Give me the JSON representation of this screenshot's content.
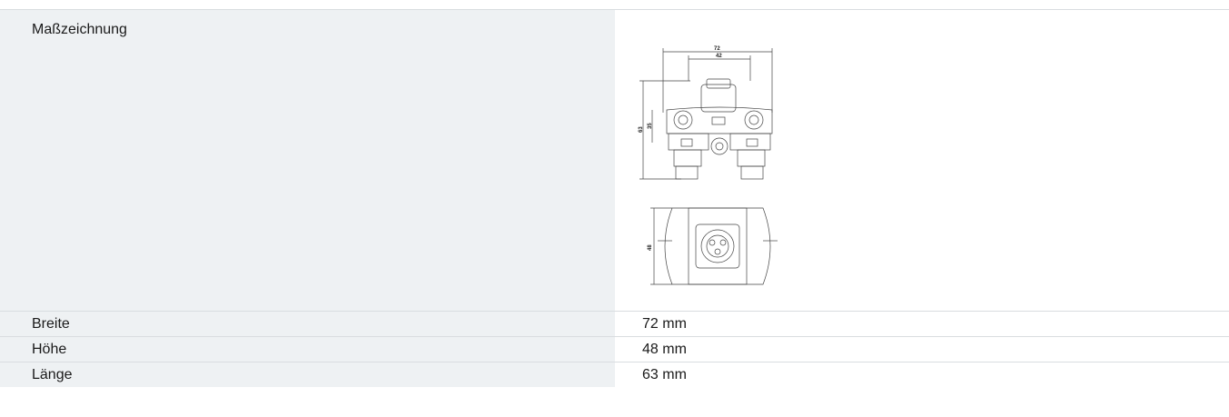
{
  "rows": [
    {
      "label": "Maßzeichnung",
      "value": ""
    },
    {
      "label": "Breite",
      "value": "72 mm"
    },
    {
      "label": "Höhe",
      "value": "48 mm"
    },
    {
      "label": "Länge",
      "value": "63 mm"
    }
  ],
  "drawing": {
    "dim_width_outer": "72",
    "dim_width_inner": "42",
    "dim_height_outer": "63",
    "dim_height_inner": "35",
    "dim_depth": "48"
  }
}
